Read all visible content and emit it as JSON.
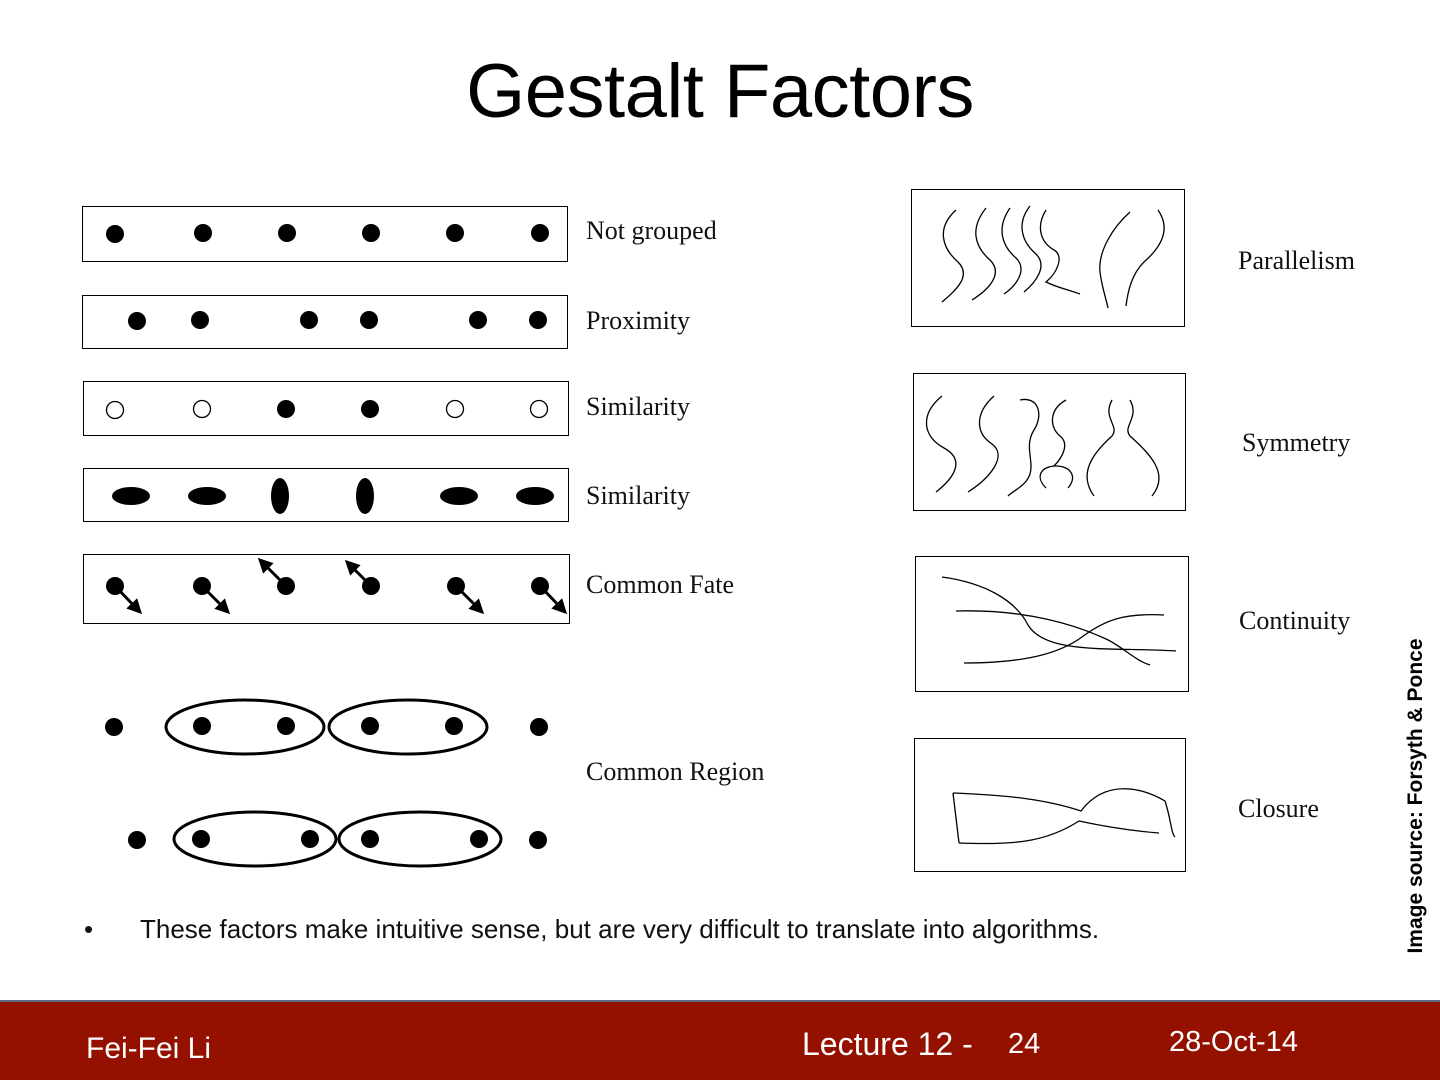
{
  "slide": {
    "title": "Gestalt Factors",
    "bullet_symbol": "•",
    "bullet_text": "These factors make intuitive sense, but are very difficult to translate into algorithms.",
    "image_source": "Image source: Forsyth & Ponce"
  },
  "left_labels": {
    "not_grouped": "Not grouped",
    "proximity": "Proximity",
    "similarity_fill": "Similarity",
    "similarity_shape": "Similarity",
    "common_fate": "Common Fate",
    "common_region": "Common Region"
  },
  "right_labels": {
    "parallelism": "Parallelism",
    "symmetry": "Symmetry",
    "continuity": "Continuity",
    "closure": "Closure"
  },
  "footer": {
    "author": "Fei-Fei Li",
    "lecture": "Lecture 12 -",
    "page": "24",
    "date": "28-Oct-14"
  },
  "colors": {
    "footer_background": "#941100",
    "footer_text": "#ffffff",
    "ink": "#000000"
  }
}
